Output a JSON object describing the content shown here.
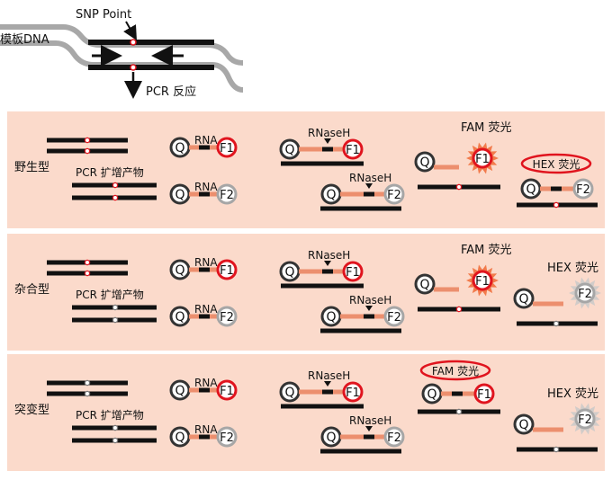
{
  "header": {
    "template_dna_label": "模板DNA",
    "snp_point_label": "SNP  Point",
    "pcr_reaction_label": "PCR  反应"
  },
  "labels": {
    "rna": "RNA",
    "rnaseh": "RNaseH",
    "q": "Q",
    "f1": "F1",
    "f2": "F2",
    "pcr_product": "PCR  扩增产物",
    "fam_fluorescence": "FAM  荧光",
    "hex_fluorescence": "HEX  荧光"
  },
  "panels": [
    {
      "genotype": "野生型"
    },
    {
      "genotype": "杂合型"
    },
    {
      "genotype": "突变型"
    }
  ],
  "colors": {
    "panel_background": "#fbdacb",
    "probe_pink": "#ec8f6e",
    "reporter_red": "#e0141e",
    "reporter_gray": "#a6a6a6",
    "quencher_dark": "#333333",
    "template_gray": "#a8a8a8",
    "burst_orange": "#f06a36",
    "burst_gray": "#c9c9c9"
  }
}
